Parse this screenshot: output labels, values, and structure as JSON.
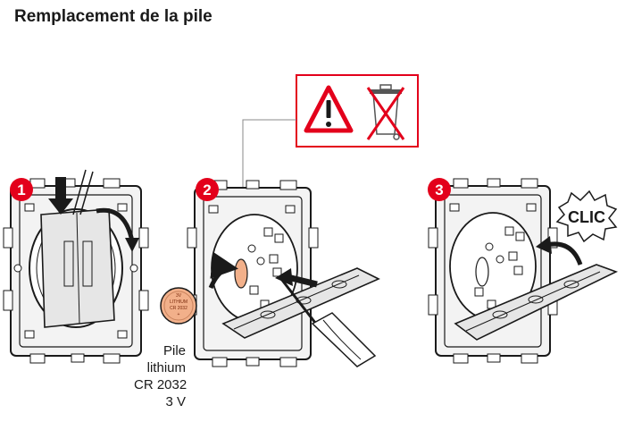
{
  "title": "Remplacement de la pile",
  "steps": [
    {
      "number": "1"
    },
    {
      "number": "2"
    },
    {
      "number": "3"
    }
  ],
  "battery": {
    "label_lines": [
      "Pile",
      "lithium",
      "CR 2032",
      "3 V"
    ],
    "cell_text": [
      "3V",
      "LITHIUM",
      "CR 2032",
      "+"
    ]
  },
  "sound_label": "CLIC",
  "warning": {
    "icons": [
      "warning-triangle-icon",
      "crossed-out-bin-icon"
    ],
    "accent_color": "#e3001b"
  },
  "colors": {
    "step_badge": "#e3001b",
    "battery": "#f2b08a",
    "outline": "#1a1a1a",
    "frame_fill": "#f3f3f3",
    "pointer_line": "#888888"
  }
}
